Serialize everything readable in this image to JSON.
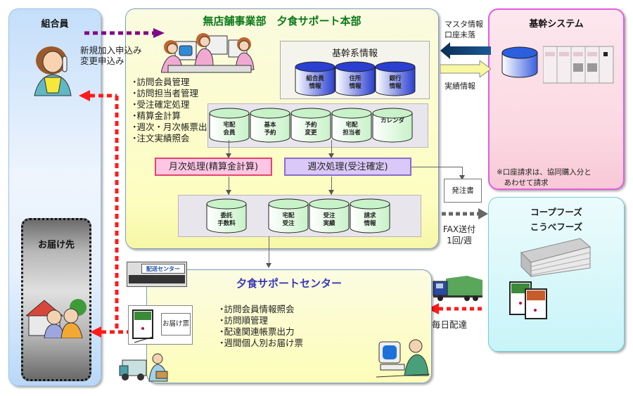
{
  "member_panel": {
    "title": "組合員",
    "application_label": "新規加入申込み\n変更申込み"
  },
  "hq_panel": {
    "title": "無店舗事業部　夕食サポート本部",
    "functions": [
      "訪問会員管理",
      "訪問担当者管理",
      "受注確定処理",
      "精算金計算",
      "週次・月次帳票出力",
      "注文実績照会"
    ],
    "core_info": {
      "title": "基幹系情報",
      "databases": [
        "組合員\n情報",
        "住所\n情報",
        "銀行\n情報"
      ]
    },
    "master_dbs": [
      "宅配\n会員",
      "基本\n予約",
      "予約\n変更",
      "宅配\n担当者",
      "カレンダ"
    ],
    "monthly_process": "月次処理(精算金計算)",
    "weekly_process": "週次処理(受注確定)",
    "output_dbs": [
      "委託\n手数料",
      "宅配\n受注",
      "受注\n実績",
      "請求\n情報"
    ]
  },
  "core_system": {
    "title": "基幹システム",
    "inbound_label": "マスタ情報\n口座未落",
    "outbound_label": "実績情報",
    "note": "※口座請求は、協同購入分と\n　あわせて請求",
    "colors": {
      "border": "#e25ddc",
      "inbound_arrow": "#0d3a6a",
      "outbound_arrow": "#f8f8a0"
    }
  },
  "order_doc": {
    "label": "発注書",
    "fax_label": "FAX送付\n1回/週"
  },
  "coop_foods": {
    "title": "コープフーズ\nこうべフーズ",
    "delivery_label": "毎日配達"
  },
  "support_center": {
    "title": "夕食サポートセンター",
    "building_sign": "配送センター",
    "functions": [
      "訪問会員情報照会",
      "訪問順管理",
      "配達関連帳票出力",
      "週間個人別お届け票"
    ],
    "delivery_slip": "お届け票"
  },
  "destination": {
    "title": "お届け先"
  },
  "colors": {
    "application_arrow": "#800a86",
    "delivery_arrow": "#ff1a1a",
    "hq_title": "#0a7a18",
    "center_title": "#3a37b8",
    "core_db": "#2b3fd0",
    "master_db": "#c8f2c8"
  }
}
